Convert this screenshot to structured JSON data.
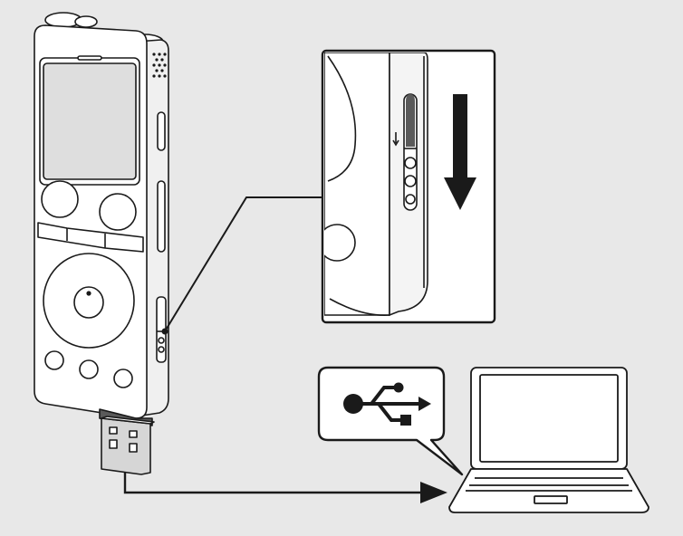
{
  "diagram": {
    "background": "#e8e8e8",
    "line_color": "#1a1a1a",
    "fill_light": "#ffffff",
    "fill_gray": "#d6d6d6",
    "fill_dark": "#5a5a5a"
  },
  "icons": {
    "recorder": "ic-recorder-device",
    "usb_connector": "usb-plug",
    "slide_switch": "usb-slide-lever",
    "slide_arrow": "arrow-down",
    "usb_symbol": "usb-trident",
    "computer": "laptop"
  }
}
